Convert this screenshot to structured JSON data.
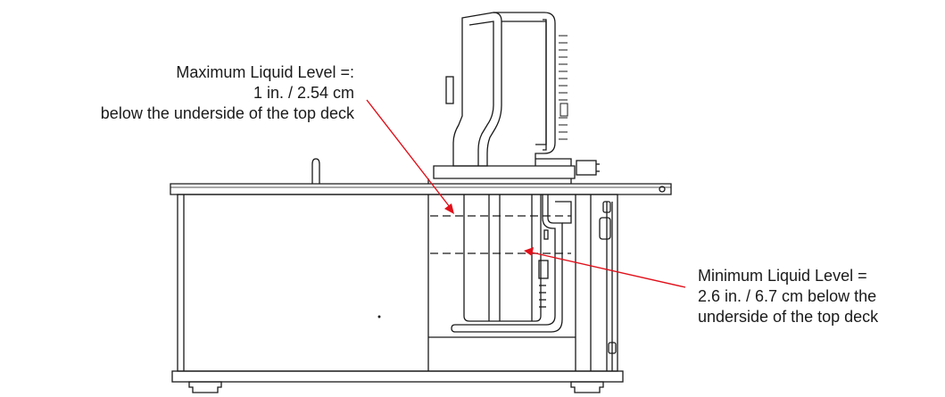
{
  "colors": {
    "line": "#1a1a1a",
    "arrow": "#e0101a",
    "background": "#ffffff"
  },
  "callouts": {
    "maximum": {
      "lines": [
        "Maximum Liquid Level =:",
        "1 in. / 2.54 cm",
        "below the underside of the top deck"
      ]
    },
    "minimum": {
      "lines": [
        "Minimum Liquid Level =",
        "2.6 in. / 6.7 cm below the",
        "underside of the top deck"
      ]
    }
  }
}
